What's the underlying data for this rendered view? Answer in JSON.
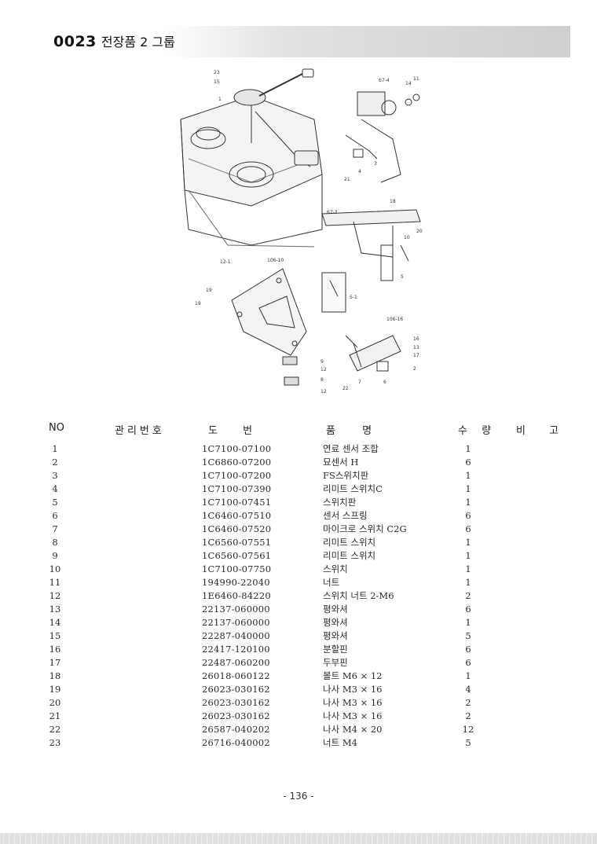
{
  "header": {
    "code": "0023",
    "name": "전장품 2 그룹"
  },
  "diagram": {
    "callouts": [
      "23",
      "15",
      "1",
      "67-4",
      "14",
      "11",
      "3",
      "4",
      "21",
      "18",
      "67-3",
      "10",
      "20",
      "12-1",
      "106-10",
      "5",
      "5-1",
      "19",
      "19",
      "106-16",
      "9",
      "12",
      "8",
      "12",
      "16",
      "13",
      "17",
      "2",
      "22",
      "7",
      "6"
    ]
  },
  "table": {
    "headers": {
      "no": "NO",
      "mgmt": "관리번호",
      "drawing": "도 번",
      "name": "품 명",
      "qty": "수 량",
      "note": "비 고"
    },
    "rows": [
      {
        "no": "1",
        "part": "1C7100-07100",
        "name": "연료 센서 조합",
        "qty": "1"
      },
      {
        "no": "2",
        "part": "1C6860-07200",
        "name": "묘센서 H",
        "qty": "6"
      },
      {
        "no": "3",
        "part": "1C7100-07200",
        "name": "FS스위치판",
        "qty": "1"
      },
      {
        "no": "4",
        "part": "1C7100-07390",
        "name": "리미트 스위치C",
        "qty": "1"
      },
      {
        "no": "5",
        "part": "1C7100-07451",
        "name": "스위치판",
        "qty": "1"
      },
      {
        "no": "6",
        "part": "1C6460-07510",
        "name": "센서 스프링",
        "qty": "6"
      },
      {
        "no": "7",
        "part": "1C6460-07520",
        "name": "마이크로 스위치 C2G",
        "qty": "6"
      },
      {
        "no": "8",
        "part": "1C6560-07551",
        "name": "리미트 스위치",
        "qty": "1"
      },
      {
        "no": "9",
        "part": "1C6560-07561",
        "name": "리미트 스위치",
        "qty": "1"
      },
      {
        "no": "10",
        "part": "1C7100-07750",
        "name": "스위치",
        "qty": "1"
      },
      {
        "no": "11",
        "part": "194990-22040",
        "name": "너트",
        "qty": "1"
      },
      {
        "no": "12",
        "part": "1E6460-84220",
        "name": "스위치 너트 2-M6",
        "qty": "2"
      },
      {
        "no": "13",
        "part": "22137-060000",
        "name": "평와셔",
        "qty": "6"
      },
      {
        "no": "14",
        "part": "22137-060000",
        "name": "평와셔",
        "qty": "1"
      },
      {
        "no": "15",
        "part": "22287-040000",
        "name": "평와셔",
        "qty": "5"
      },
      {
        "no": "16",
        "part": "22417-120100",
        "name": "분할핀",
        "qty": "6"
      },
      {
        "no": "17",
        "part": "22487-060200",
        "name": "두부핀",
        "qty": "6"
      },
      {
        "no": "18",
        "part": "26018-060122",
        "name": "볼트 M6 × 12",
        "qty": "1"
      },
      {
        "no": "19",
        "part": "26023-030162",
        "name": "나사 M3 × 16",
        "qty": "4"
      },
      {
        "no": "20",
        "part": "26023-030162",
        "name": "나사 M3 × 16",
        "qty": "2"
      },
      {
        "no": "21",
        "part": "26023-030162",
        "name": "나사 M3 × 16",
        "qty": "2"
      },
      {
        "no": "22",
        "part": "26587-040202",
        "name": "나사 M4 × 20",
        "qty": "12"
      },
      {
        "no": "23",
        "part": "26716-040002",
        "name": "너트 M4",
        "qty": "5"
      }
    ]
  },
  "footer": {
    "page_number": "- 136 -"
  }
}
